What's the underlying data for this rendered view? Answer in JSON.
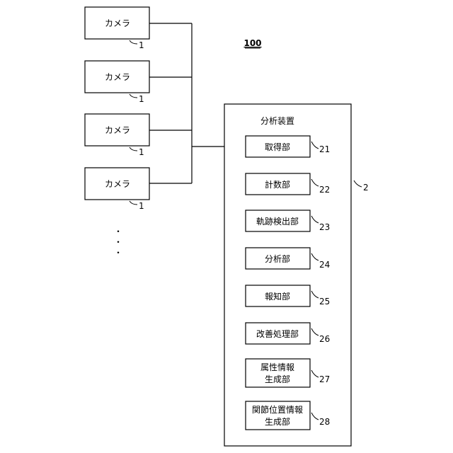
{
  "figure_ref": "100",
  "cameras": [
    {
      "label": "カメラ",
      "ref": "1"
    },
    {
      "label": "カメラ",
      "ref": "1"
    },
    {
      "label": "カメラ",
      "ref": "1"
    },
    {
      "label": "カメラ",
      "ref": "1"
    }
  ],
  "ellipsis": "・",
  "device": {
    "title": "分析装置",
    "ref": "2",
    "units": [
      {
        "lines": [
          "取得部"
        ],
        "ref": "21"
      },
      {
        "lines": [
          "計数部"
        ],
        "ref": "22"
      },
      {
        "lines": [
          "軌跡検出部"
        ],
        "ref": "23"
      },
      {
        "lines": [
          "分析部"
        ],
        "ref": "24"
      },
      {
        "lines": [
          "報知部"
        ],
        "ref": "25"
      },
      {
        "lines": [
          "改善処理部"
        ],
        "ref": "26"
      },
      {
        "lines": [
          "属性情報",
          "生成部"
        ],
        "ref": "27"
      },
      {
        "lines": [
          "関節位置情報",
          "生成部"
        ],
        "ref": "28"
      }
    ]
  }
}
